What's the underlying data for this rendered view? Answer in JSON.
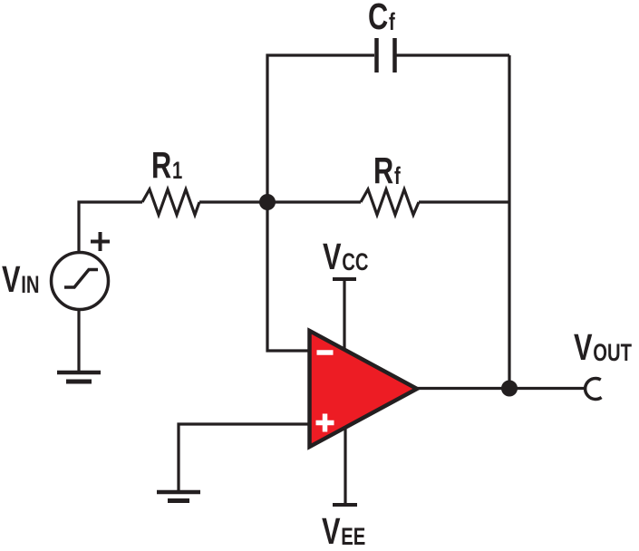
{
  "colors": {
    "background": "#ffffff",
    "line": "#231f20",
    "opamp_fill": "#ed1c24",
    "opamp_sign": "#ffffff"
  },
  "labels": {
    "feedback_capacitor": {
      "main": "C",
      "sub": "f"
    },
    "input_resistor": {
      "main": "R",
      "sub": "1"
    },
    "feedback_resistor": {
      "main": "R",
      "sub": "f"
    },
    "input_voltage": {
      "main": "V",
      "sub": "IN"
    },
    "positive_supply": {
      "main": "V",
      "sub": "CC"
    },
    "negative_supply": {
      "main": "V",
      "sub": "EE"
    },
    "output_voltage": {
      "main": "V",
      "sub": "OUT"
    }
  },
  "icons": {
    "opamp_inverting_input": "minus-icon",
    "opamp_noninverting_input": "plus-icon",
    "source_polarity": "plus-icon",
    "source_waveform": "ramp-icon",
    "ground": "ground-icon",
    "output_terminal": "open-terminal-icon"
  }
}
